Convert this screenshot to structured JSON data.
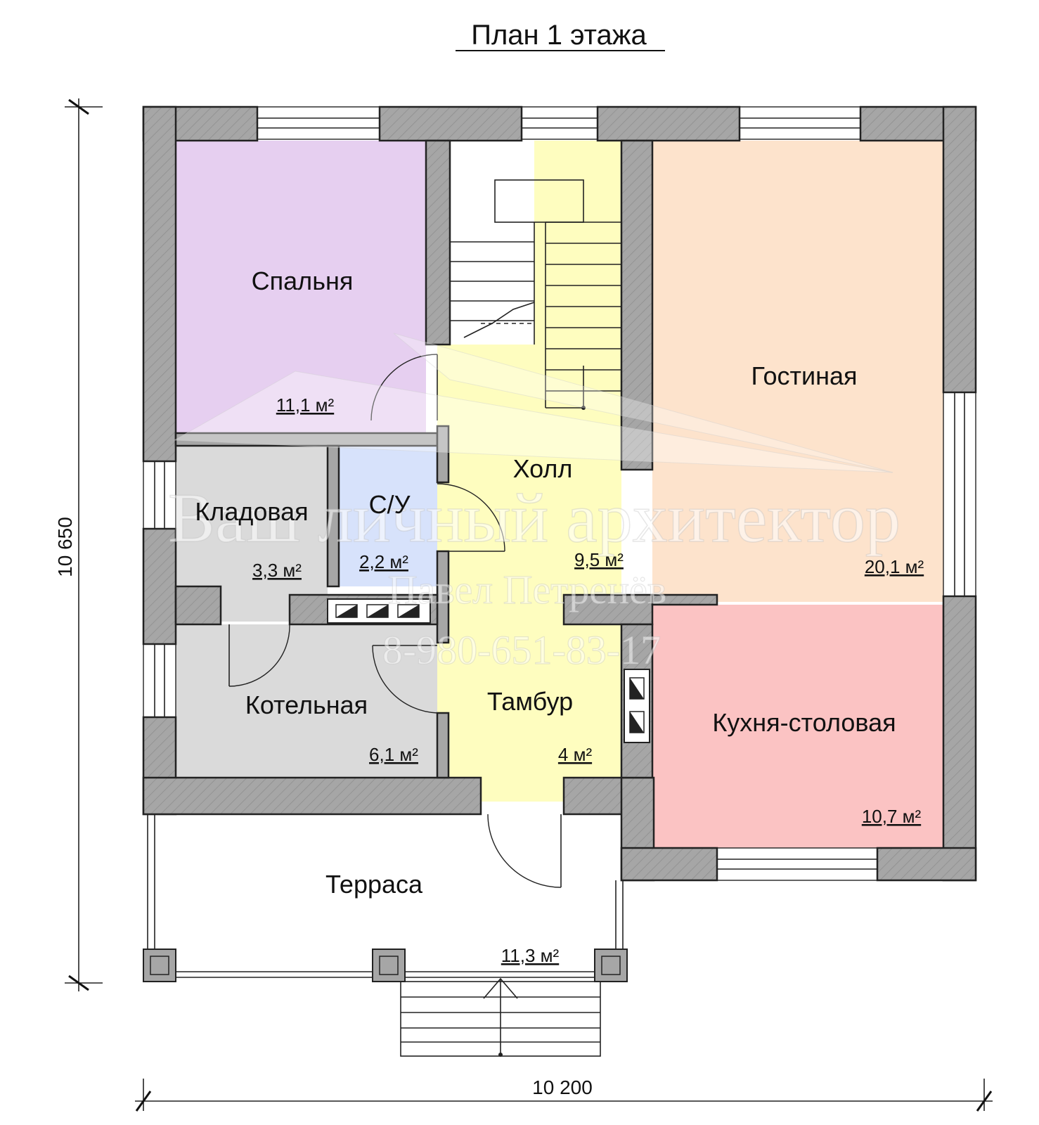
{
  "title": "План 1 этажа",
  "rooms": [
    {
      "name": "Спальня",
      "area": "11,1 м²",
      "color": "#e6cff0"
    },
    {
      "name": "Гостиная",
      "area": "20,1 м²",
      "color": "#fde3cc"
    },
    {
      "name": "Холл",
      "area": "9,5 м²",
      "color": "#fefdbf"
    },
    {
      "name": "Кладовая",
      "area": "3,3 м²",
      "color": "#dadada"
    },
    {
      "name": "С/У",
      "area": "2,2 м²",
      "color": "#d7e2fb"
    },
    {
      "name": "Котельная",
      "area": "6,1 м²",
      "color": "#dadada"
    },
    {
      "name": "Тамбур",
      "area": "4 м²",
      "color": "#fefdbf"
    },
    {
      "name": "Кухня-столовая",
      "area": "10,7 м²",
      "color": "#fbc3c3"
    },
    {
      "name": "Терраса",
      "area": "11,3 м²",
      "color": "#ffffff"
    }
  ],
  "dimensions": {
    "height": "10 650",
    "width": "10 200"
  },
  "watermark": {
    "line1": "Ваш личный архитектор",
    "line2": "Павел Петренёв",
    "line3": "8-980-651-83-17"
  },
  "colors": {
    "wall": "#a6a6a6"
  }
}
